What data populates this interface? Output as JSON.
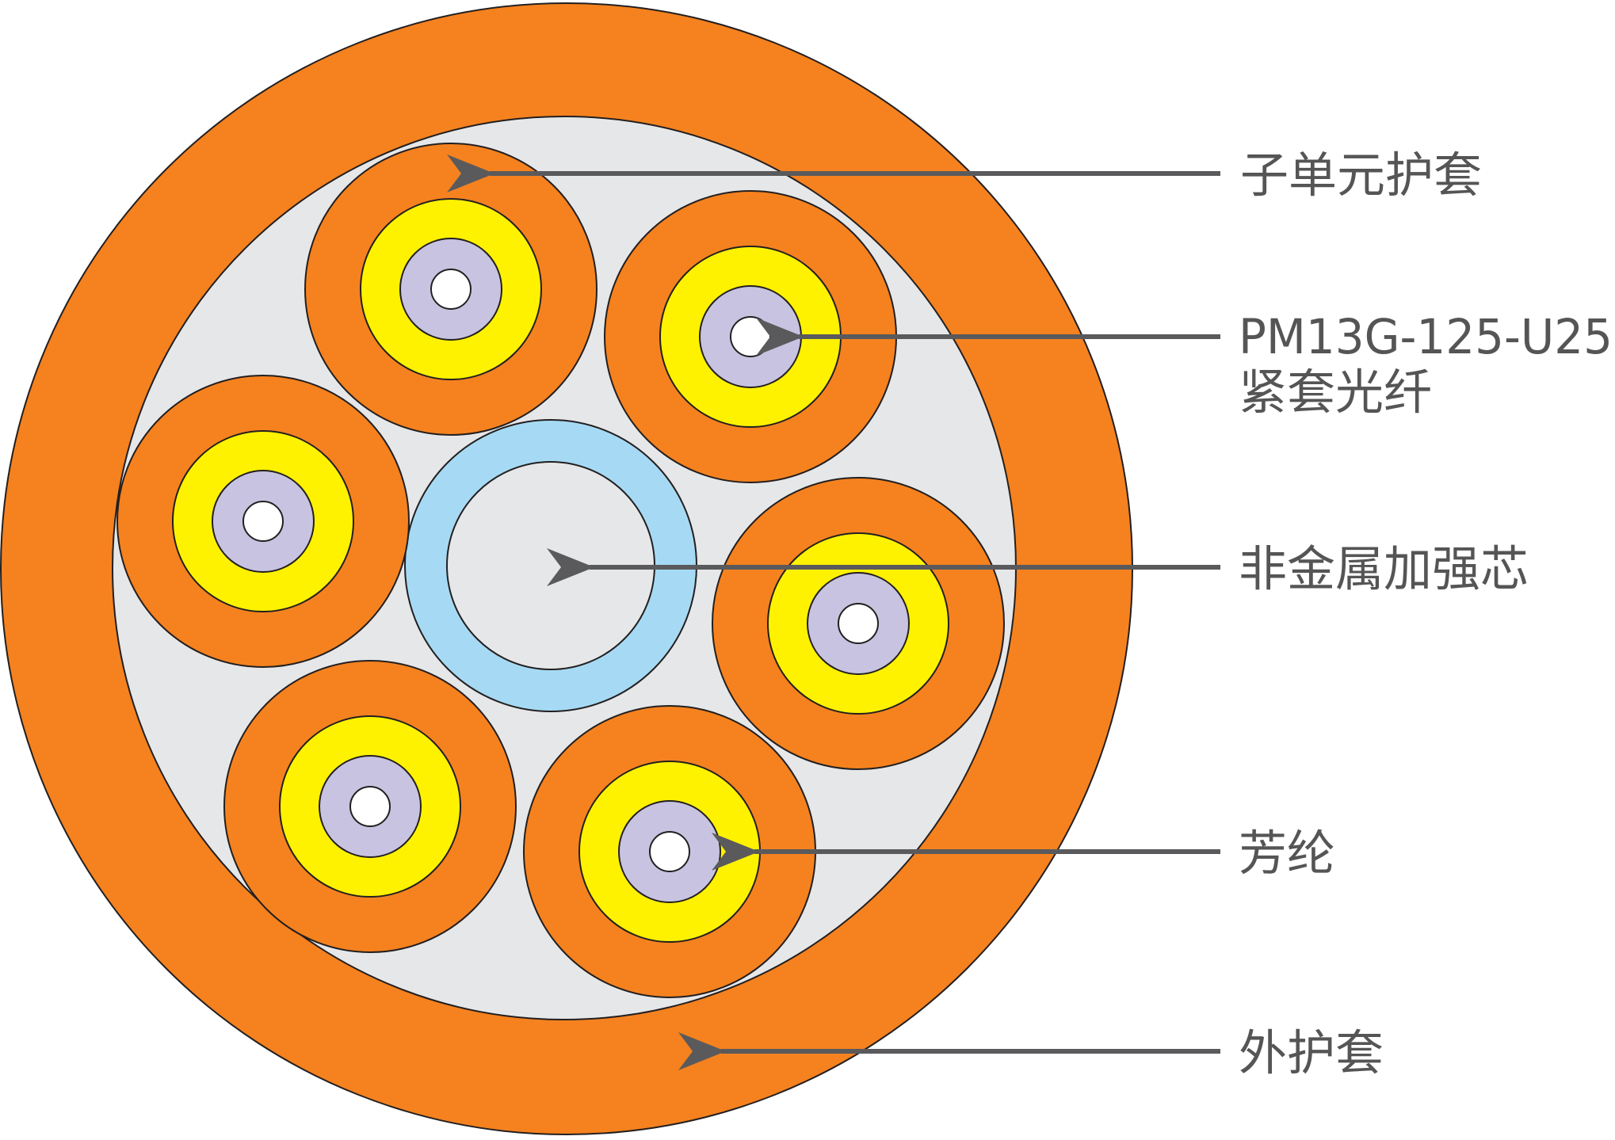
{
  "labels": {
    "subunit_jacket": "子单元护套",
    "fiber_model": "PM13G-125-U25",
    "tight_buffered_fiber": "紧套光纤",
    "strength_member": "非金属加强芯",
    "aramid": "芳纶",
    "outer_jacket": "外护套"
  },
  "colors": {
    "outer_jacket": "#f5821f",
    "inner_fill": "#e6e7e8",
    "subunit_jacket": "#f5821f",
    "aramid_layer": "#fff200",
    "buffer": "#c7c3e0",
    "fiber_core": "#ffffff",
    "strength_ring": "#a6daf4",
    "strength_core": "#e6e7e8",
    "outline": "#231f20",
    "arrow": "#5a5a5c"
  }
}
